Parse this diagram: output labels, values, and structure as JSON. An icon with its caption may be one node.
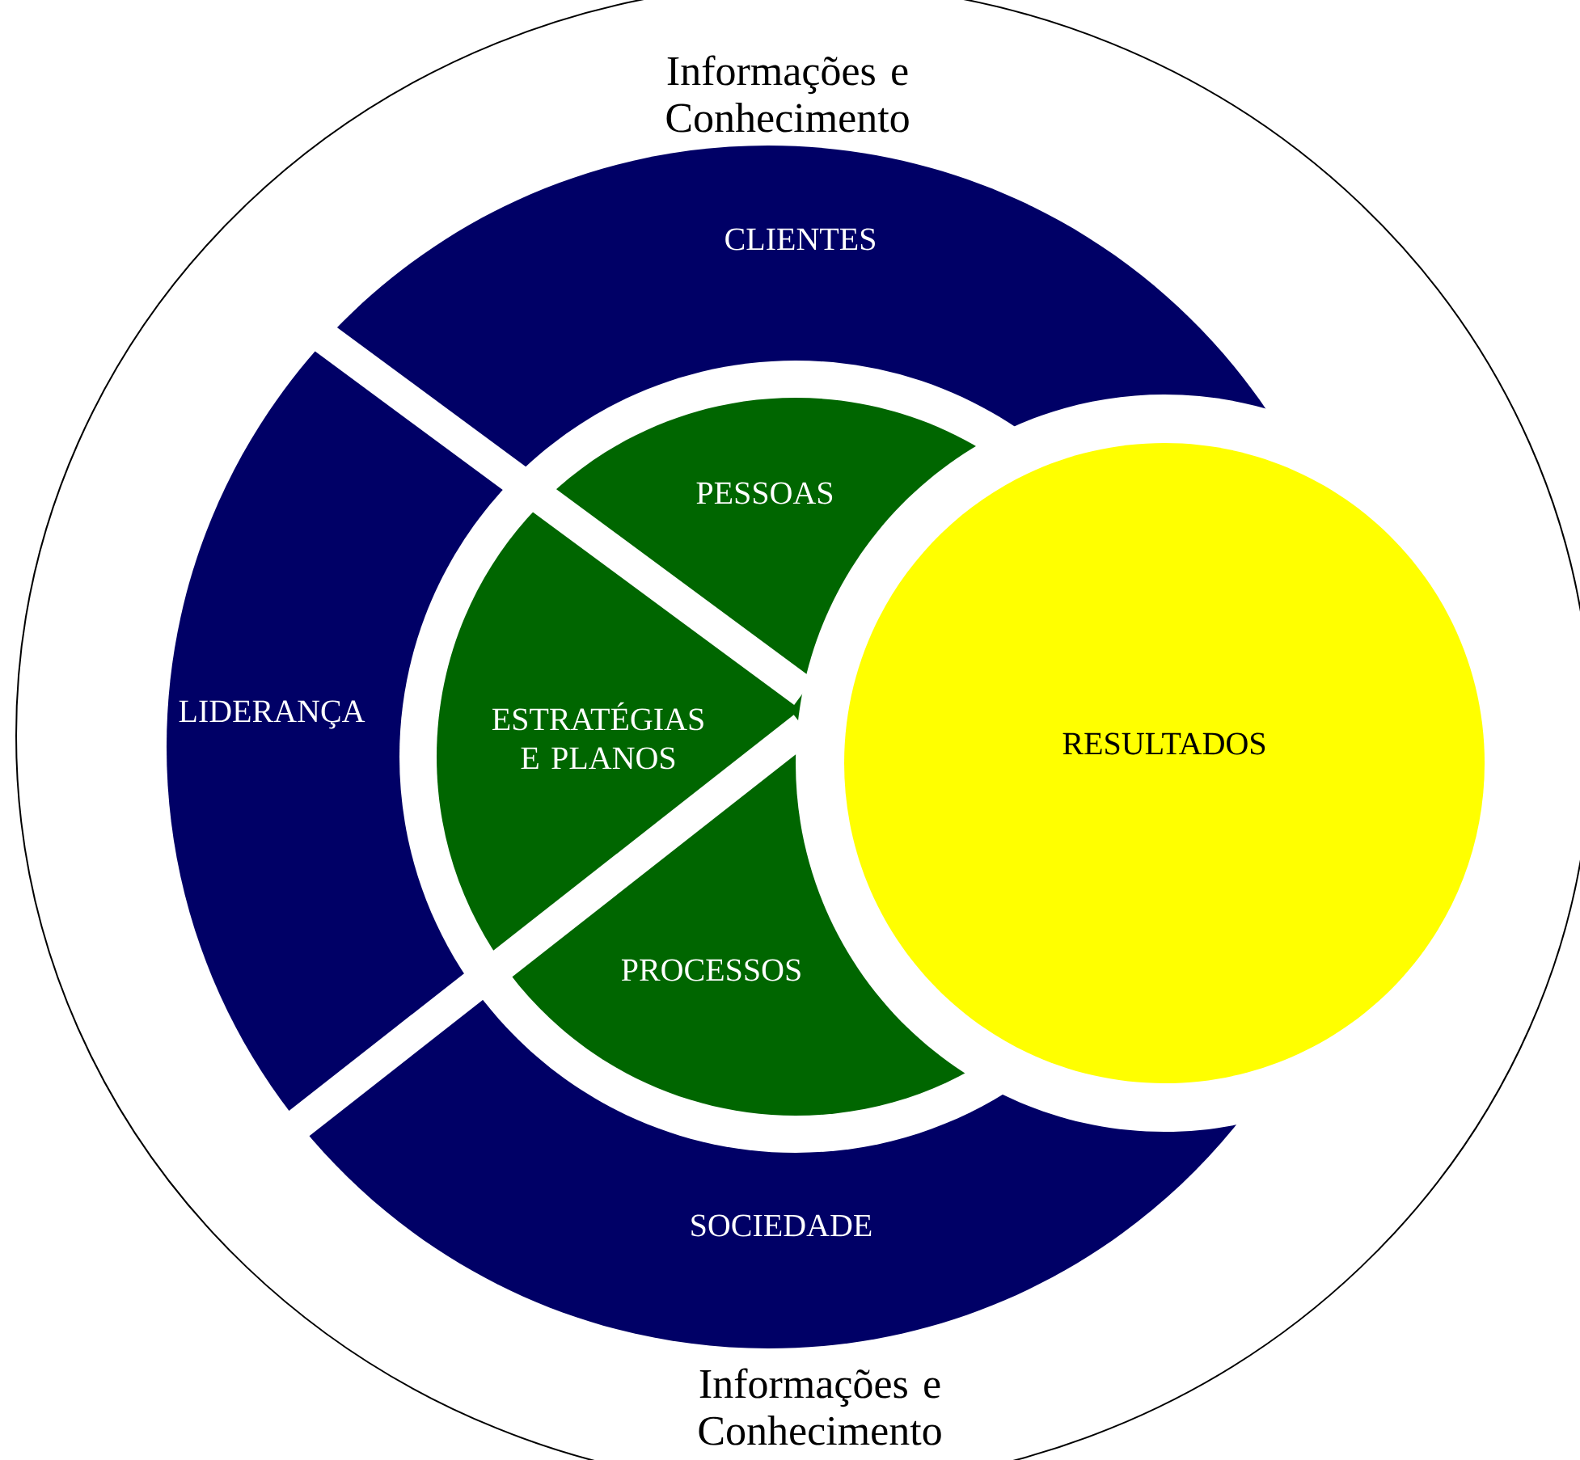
{
  "diagram": {
    "nodes": [
      {
        "text": [
          "Informações e Conhecimento",
          "Informações e Conhecimento"
        ]
      },
      {
        "text": [
          "CLIENTES"
        ],
        "in": 0
      },
      {
        "text": [
          "LIDERANÇA"
        ],
        "in": 0
      },
      {
        "text": [
          "SOCIEDADE"
        ],
        "in": 0
      },
      {
        "text": [
          "PESSOAS"
        ],
        "in": 0
      },
      {
        "text": [
          "ESTRATÉGIAS E PLANOS"
        ],
        "in": 0
      },
      {
        "text": [
          "PROCESSOS"
        ],
        "in": 0
      },
      {
        "text": [
          "RESULTADOS"
        ],
        "in": 0
      }
    ]
  }
}
